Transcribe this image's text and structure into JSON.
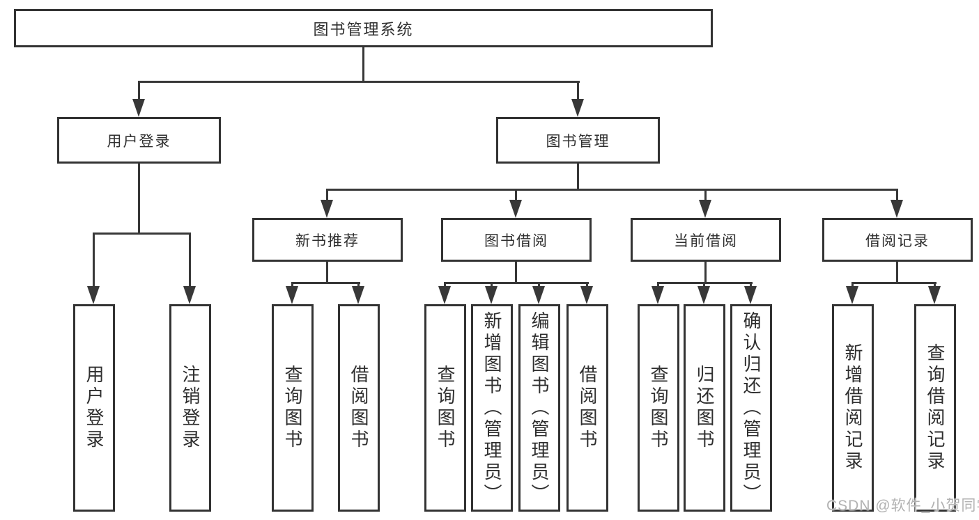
{
  "diagram": {
    "type": "hierarchy-tree",
    "title": "图书管理系统",
    "colors": {
      "line": "#383838",
      "border": "#333333",
      "text": "#2f2f2f",
      "box_background": "#ffffff",
      "watermark_text": "#b2b2b2"
    },
    "nodes": {
      "root": "图书管理系统",
      "user_login": "用户登录",
      "book_mgmt": "图书管理",
      "new_rec": "新书推荐",
      "book_borrow": "图书借阅",
      "current_borrow": "当前借阅",
      "borrow_history": "借阅记录",
      "login_user": "用户登录",
      "logout": "注销登录",
      "rec_query": "查询图书",
      "rec_borrow": "借阅图书",
      "bb_query": "查询图书",
      "bb_add": "新增图书（管理员）",
      "bb_edit": "编辑图书（管理员）",
      "bb_borrow": "借阅图书",
      "cb_query": "查询图书",
      "cb_return": "归还图书",
      "cb_confirm": "确认归还（管理员）",
      "bh_add": "新增借阅记录",
      "bh_query": "查询借阅记录"
    },
    "edges": [
      [
        "root",
        "user_login"
      ],
      [
        "root",
        "book_mgmt"
      ],
      [
        "user_login",
        "login_user"
      ],
      [
        "user_login",
        "logout"
      ],
      [
        "book_mgmt",
        "new_rec"
      ],
      [
        "book_mgmt",
        "book_borrow"
      ],
      [
        "book_mgmt",
        "current_borrow"
      ],
      [
        "book_mgmt",
        "borrow_history"
      ],
      [
        "new_rec",
        "rec_query"
      ],
      [
        "new_rec",
        "rec_borrow"
      ],
      [
        "book_borrow",
        "bb_query"
      ],
      [
        "book_borrow",
        "bb_add"
      ],
      [
        "book_borrow",
        "bb_edit"
      ],
      [
        "book_borrow",
        "bb_borrow"
      ],
      [
        "current_borrow",
        "cb_query"
      ],
      [
        "current_borrow",
        "cb_return"
      ],
      [
        "current_borrow",
        "cb_confirm"
      ],
      [
        "borrow_history",
        "bh_add"
      ],
      [
        "borrow_history",
        "bh_query"
      ]
    ]
  },
  "watermark": "CSDN @软件_小贺同学"
}
